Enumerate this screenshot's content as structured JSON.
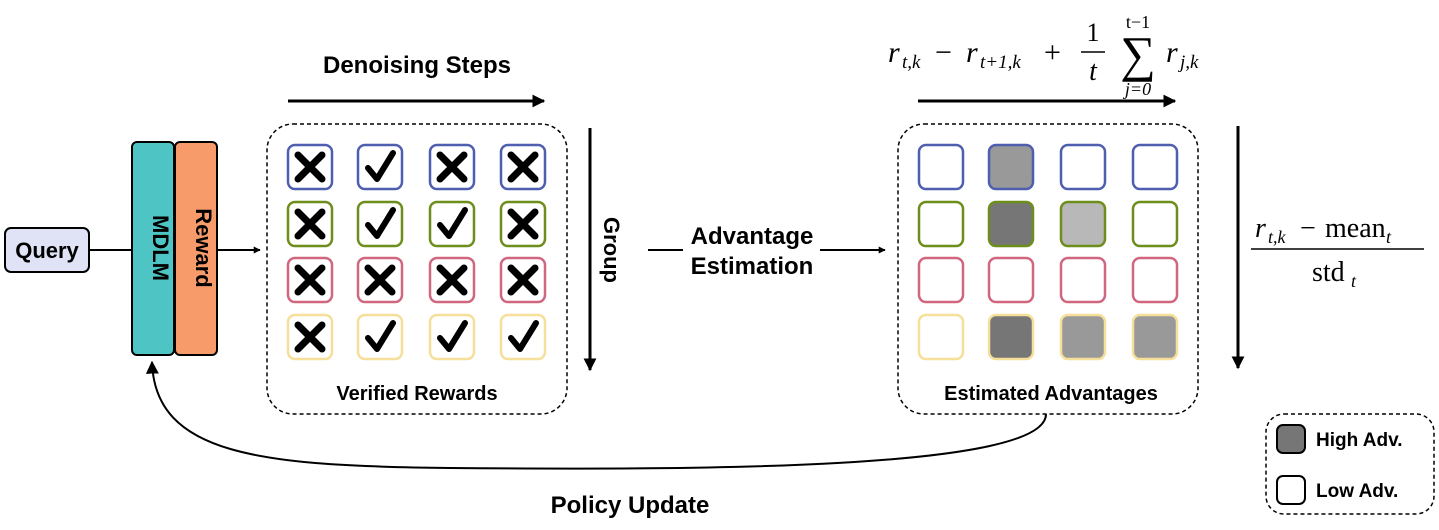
{
  "query_label": "Query",
  "mdlm_label": "MDLM",
  "reward_label": "Reward",
  "denoising_steps_label": "Denoising Steps",
  "group_label": "Group",
  "advantage_line1": "Advantage",
  "advantage_line2": "Estimation",
  "verified_rewards_label": "Verified Rewards",
  "estimated_advantages_label": "Estimated Advantages",
  "policy_update_label": "Policy Update",
  "legend": {
    "high_label": "High Adv.",
    "low_label": "Low Adv."
  },
  "formula_top": {
    "r": "r",
    "sub_tk": "t,k",
    "minus": "−",
    "sub_t1k": "t+1,k",
    "plus": "+",
    "one": "1",
    "t": "t",
    "sigma": "∑",
    "sum_upper": "t−1",
    "sum_lower": "j=0",
    "sub_jk": "j,k"
  },
  "formula_right": {
    "r": "r",
    "sub_tk": "t,k",
    "minus": "−",
    "mean": "mean",
    "sub_t": "t",
    "std": "std"
  },
  "colors": {
    "mdlm": "#4fc4c4",
    "reward": "#f79b6a",
    "query_fill": "#dfe3f5",
    "row_colors": [
      "#4f5fb0",
      "#6e8e1c",
      "#d0677e",
      "#f5df99"
    ],
    "adv_dark": "#767676",
    "adv_mid": "#999999",
    "adv_light": "#b8b8b8"
  },
  "reward_grid": [
    [
      "x",
      "check",
      "x",
      "x"
    ],
    [
      "x",
      "check",
      "check",
      "x"
    ],
    [
      "x",
      "x",
      "x",
      "x"
    ],
    [
      "x",
      "check",
      "check",
      "check"
    ]
  ],
  "advantage_grid": [
    [
      "low",
      "mid",
      "low",
      "low"
    ],
    [
      "low",
      "dark",
      "light",
      "low"
    ],
    [
      "low",
      "low",
      "low",
      "low"
    ],
    [
      "low",
      "dark",
      "mid",
      "mid"
    ]
  ]
}
